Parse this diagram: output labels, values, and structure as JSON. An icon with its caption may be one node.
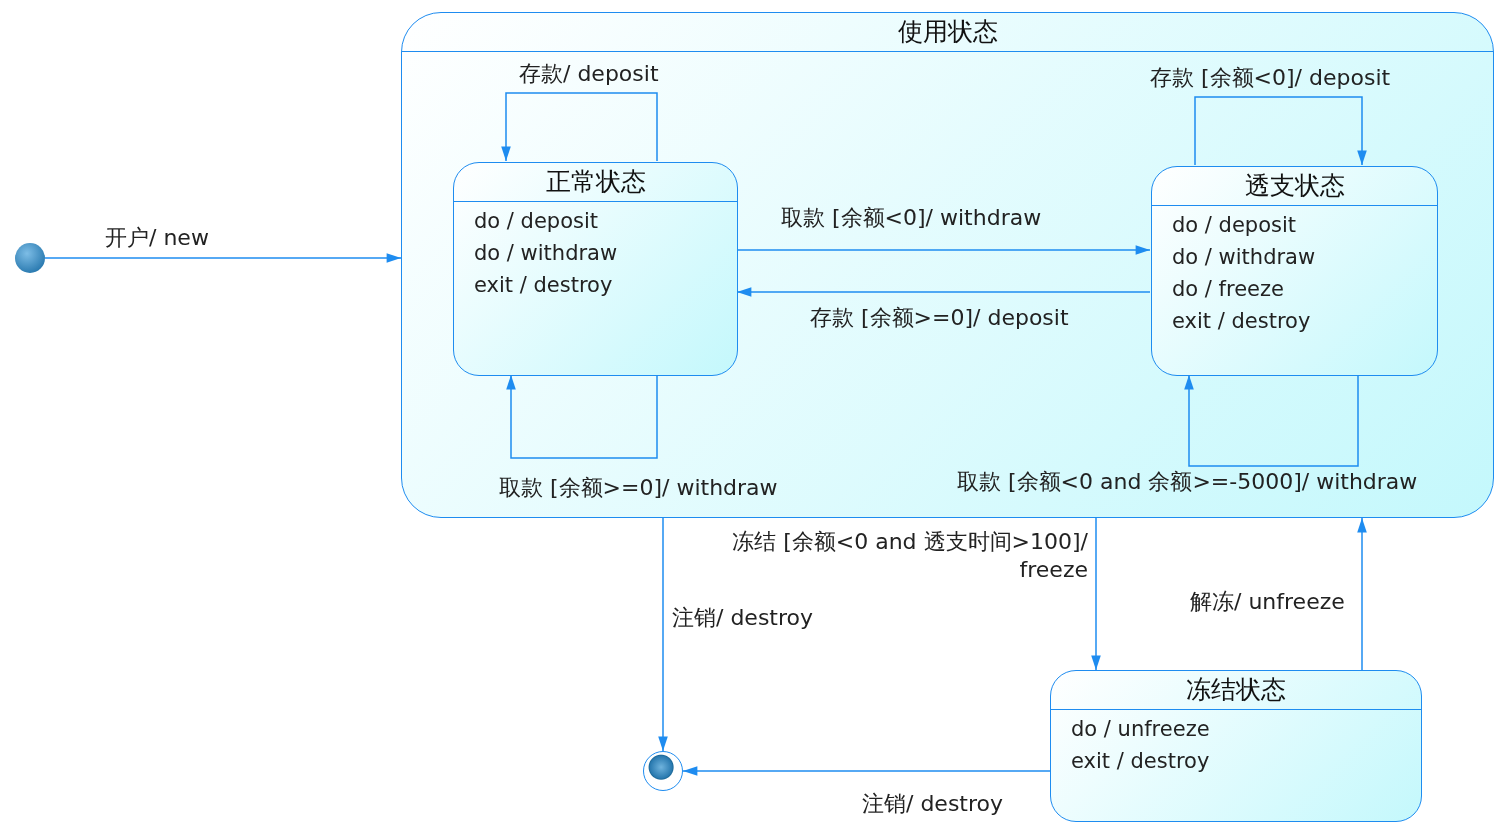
{
  "diagram": {
    "nodes": [
      {
        "text": [],
        "shape": "circle"
      },
      {
        "text": [
          "使用状态"
        ]
      },
      {
        "text": [
          "正常状态",
          "do / deposit",
          "do / withdraw",
          "exit / destroy"
        ],
        "in": 1
      },
      {
        "text": [
          "透支状态",
          "do / deposit",
          "do / withdraw",
          "do / freeze",
          "exit / destroy"
        ],
        "in": 1
      },
      {
        "text": [
          "冻结状态",
          "do / unfreeze",
          "exit / destroy"
        ]
      },
      {
        "text": [],
        "shape": "circle"
      }
    ],
    "edges": [
      {
        "from": 0,
        "to": 1,
        "arrow": "to",
        "label": "开户/ new"
      },
      {
        "from": 2,
        "to": 2,
        "arrow": "to",
        "label": "存款/ deposit"
      },
      {
        "from": 2,
        "to": 3,
        "arrow": "to",
        "label": "取款 [余额<0]/ withdraw"
      },
      {
        "from": 3,
        "to": 2,
        "arrow": "to",
        "label": "存款 [余额>=0]/ deposit"
      },
      {
        "from": 2,
        "to": 2,
        "arrow": "to",
        "label": "取款 [余额>=0]/ withdraw"
      },
      {
        "from": 3,
        "to": 3,
        "arrow": "to",
        "label": "存款 [余额<0]/ deposit"
      },
      {
        "from": 3,
        "to": 3,
        "arrow": "to",
        "label": "取款 [余额<0 and 余额>=-5000]/ withdraw"
      },
      {
        "from": 1,
        "to": 5,
        "arrow": "to",
        "label": "注销/ destroy"
      },
      {
        "from": 1,
        "to": 4,
        "arrow": "to",
        "label": "冻结 [余额<0 and 透支时间>100]/ freeze"
      },
      {
        "from": 4,
        "to": 1,
        "arrow": "to",
        "label": "解冻/ unfreeze"
      },
      {
        "from": 4,
        "to": 5,
        "arrow": "to",
        "label": "注销/ destroy"
      }
    ]
  }
}
